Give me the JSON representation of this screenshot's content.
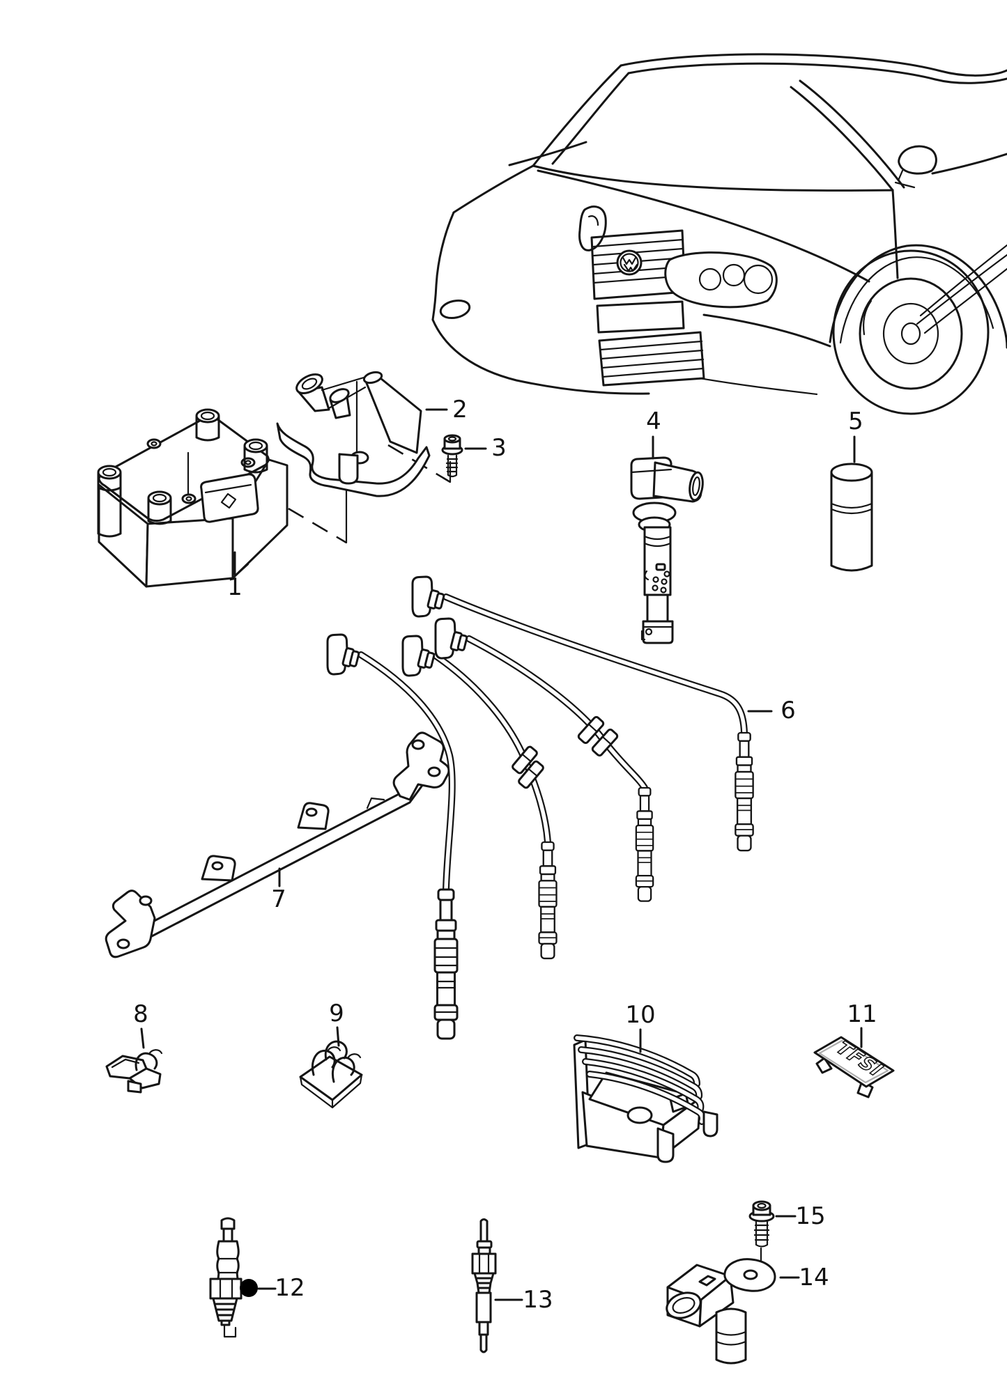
{
  "diagram": {
    "background": "#ffffff",
    "line_color": "#151515",
    "marker_color": "#000000"
  },
  "parts": [
    {
      "label": "1"
    },
    {
      "label": "2"
    },
    {
      "label": "3"
    },
    {
      "label": "4"
    },
    {
      "label": "5"
    },
    {
      "label": "6"
    },
    {
      "label": "7"
    },
    {
      "label": "8"
    },
    {
      "label": "9"
    },
    {
      "label": "10"
    },
    {
      "label": "11"
    },
    {
      "label": "12"
    },
    {
      "label": "13"
    },
    {
      "label": "14"
    },
    {
      "label": "15"
    }
  ],
  "badge": {
    "text": "TFSI"
  }
}
